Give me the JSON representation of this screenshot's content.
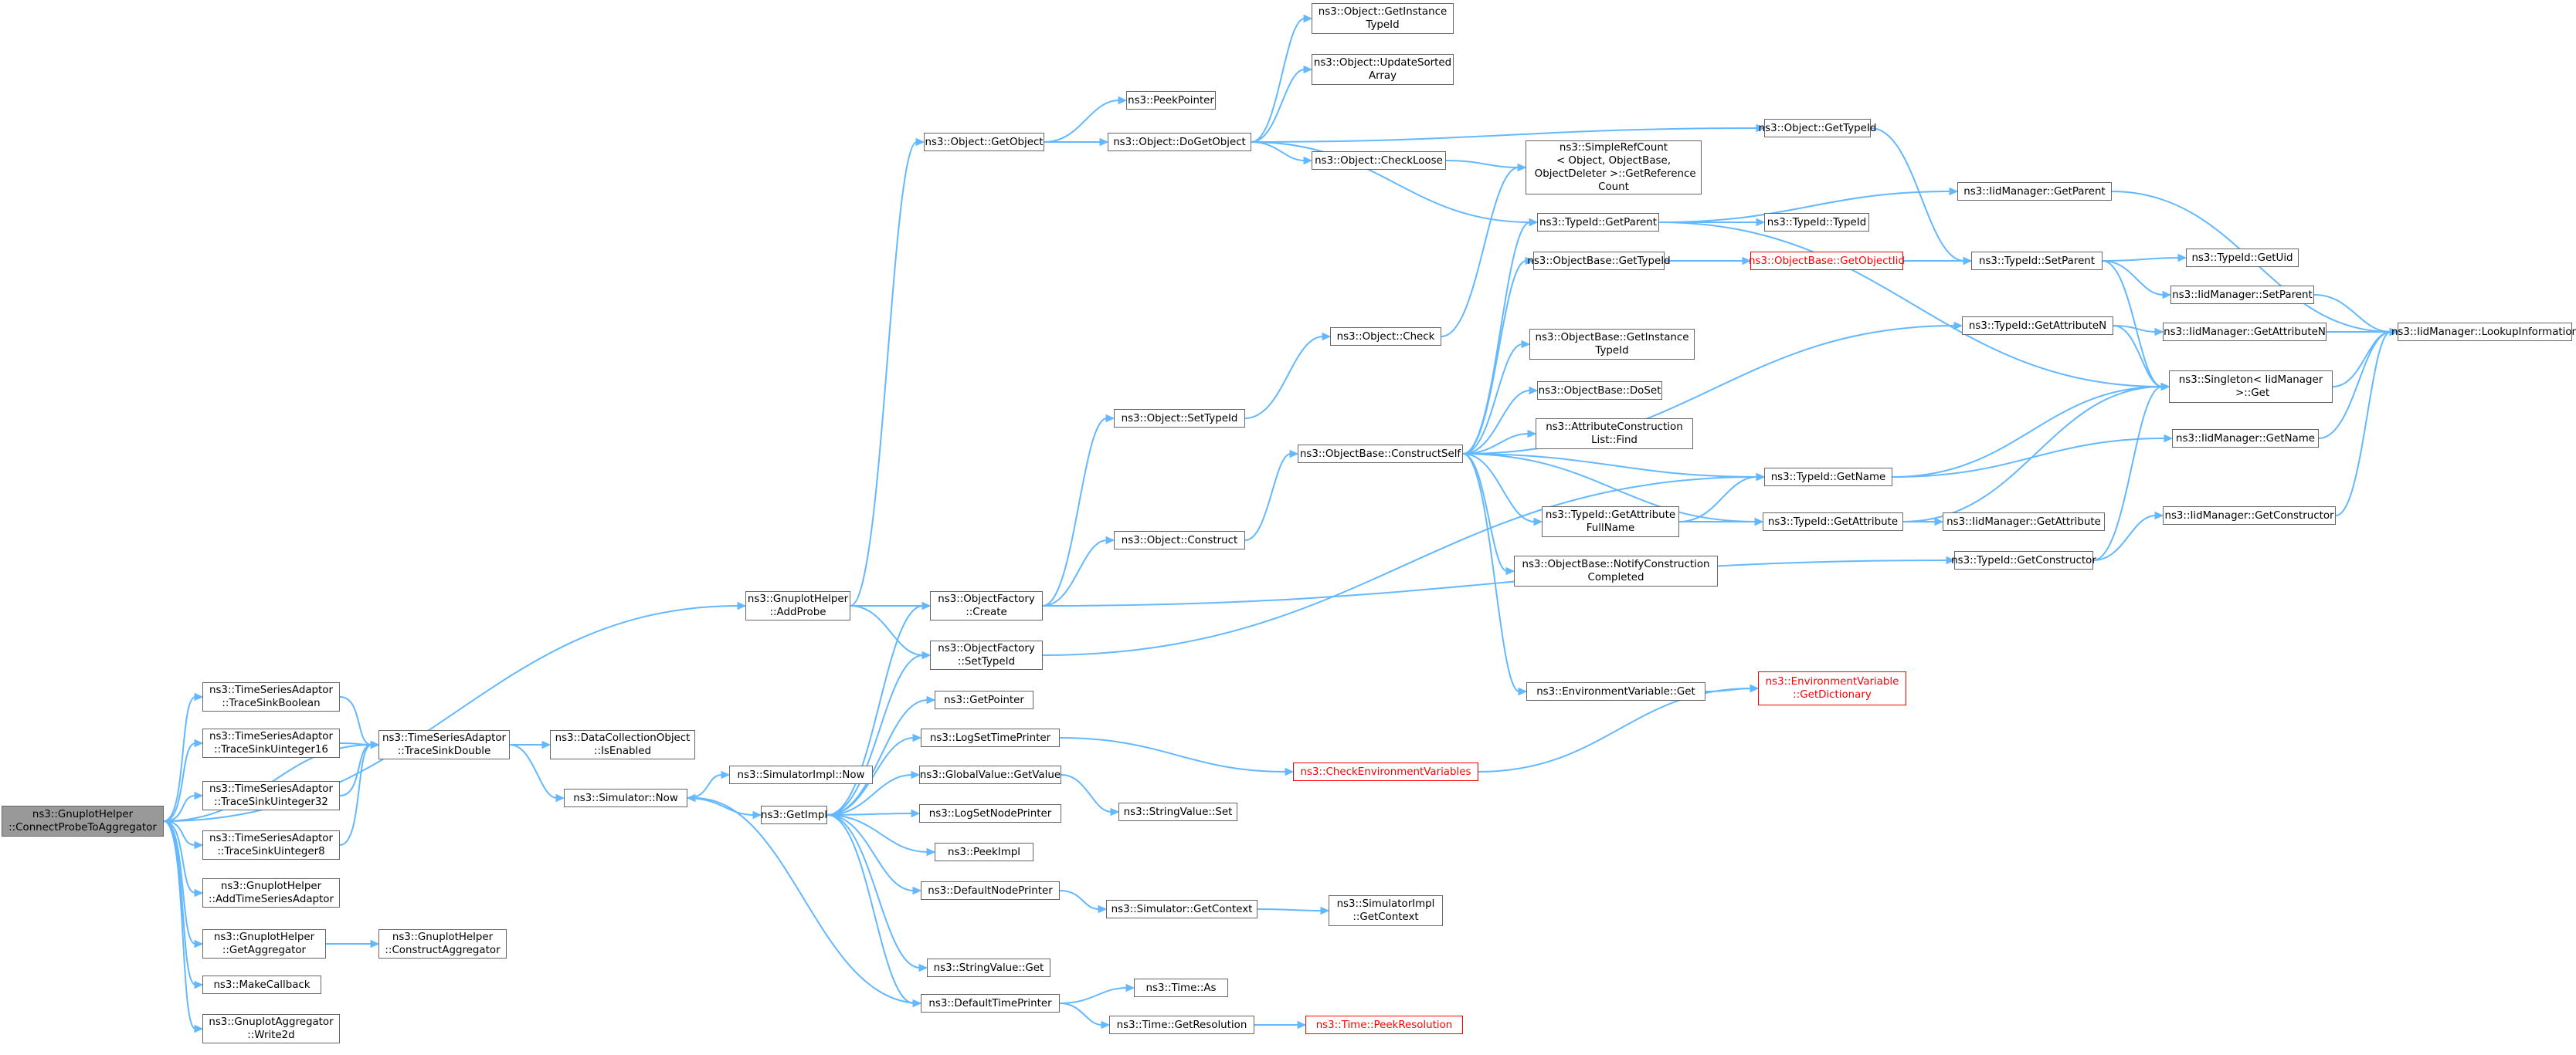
{
  "graph": {
    "colors": {
      "edge": "#63B8FF",
      "node_border": "#666666",
      "node_fill": "#ffffff",
      "root_fill": "#999999",
      "warning": "#ff0000"
    },
    "nodes": [
      {
        "id": "root",
        "label": "ns3::GnuplotHelper\n::ConnectProbeToAggregator",
        "style": "root"
      },
      {
        "id": "tsaBool",
        "label": "ns3::TimeSeriesAdaptor\n::TraceSinkBoolean"
      },
      {
        "id": "tsaU16",
        "label": "ns3::TimeSeriesAdaptor\n::TraceSinkUinteger16"
      },
      {
        "id": "tsaU32",
        "label": "ns3::TimeSeriesAdaptor\n::TraceSinkUinteger32"
      },
      {
        "id": "tsaU8",
        "label": "ns3::TimeSeriesAdaptor\n::TraceSinkUinteger8"
      },
      {
        "id": "addTSA",
        "label": "ns3::GnuplotHelper\n::AddTimeSeriesAdaptor"
      },
      {
        "id": "getAgg",
        "label": "ns3::GnuplotHelper\n::GetAggregator"
      },
      {
        "id": "makeCb",
        "label": "ns3::MakeCallback"
      },
      {
        "id": "write2d",
        "label": "ns3::GnuplotAggregator\n::Write2d"
      },
      {
        "id": "tsaDouble",
        "label": "ns3::TimeSeriesAdaptor\n::TraceSinkDouble"
      },
      {
        "id": "constructAgg",
        "label": "ns3::GnuplotHelper\n::ConstructAggregator"
      },
      {
        "id": "dcoEnabled",
        "label": "ns3::DataCollectionObject\n::IsEnabled"
      },
      {
        "id": "simNow",
        "label": "ns3::Simulator::Now"
      },
      {
        "id": "simImplNow",
        "label": "ns3::SimulatorImpl::Now"
      },
      {
        "id": "addProbe",
        "label": "ns3::GnuplotHelper\n::AddProbe"
      },
      {
        "id": "getImpl",
        "label": "ns3::GetImpl"
      },
      {
        "id": "objGetObject",
        "label": "ns3::Object::GetObject"
      },
      {
        "id": "peekPointer",
        "label": "ns3::PeekPointer"
      },
      {
        "id": "doGetObject",
        "label": "ns3::Object::DoGetObject"
      },
      {
        "id": "getInstTid",
        "label": "ns3::Object::GetInstance\nTypeId"
      },
      {
        "id": "updSorted",
        "label": "ns3::Object::UpdateSorted\nArray"
      },
      {
        "id": "checkLoose",
        "label": "ns3::Object::CheckLoose"
      },
      {
        "id": "simpleRef",
        "label": "ns3::SimpleRefCount\n< Object, ObjectBase,\n ObjectDeleter >::GetReference\nCount"
      },
      {
        "id": "objGetTypeId",
        "label": "ns3::Object::GetTypeId"
      },
      {
        "id": "tidGetParent",
        "label": "ns3::TypeId::GetParent"
      },
      {
        "id": "tidTypeId",
        "label": "ns3::TypeId::TypeId"
      },
      {
        "id": "iidGetParent",
        "label": "ns3::IidManager::GetParent"
      },
      {
        "id": "obGetTypeId",
        "label": "ns3::ObjectBase::GetTypeId"
      },
      {
        "id": "obGetObjIid",
        "label": "ns3::ObjectBase::GetObjectIid",
        "style": "red"
      },
      {
        "id": "tidSetParent",
        "label": "ns3::TypeId::SetParent"
      },
      {
        "id": "tidGetUid",
        "label": "ns3::TypeId::GetUid"
      },
      {
        "id": "iidSetParent",
        "label": "ns3::IidManager::SetParent"
      },
      {
        "id": "objCheck",
        "label": "ns3::Object::Check"
      },
      {
        "id": "tidGetAttrN",
        "label": "ns3::TypeId::GetAttributeN"
      },
      {
        "id": "iidGetAttrN",
        "label": "ns3::IidManager::GetAttributeN"
      },
      {
        "id": "iidLookup",
        "label": "ns3::IidManager::LookupInformation"
      },
      {
        "id": "obGetInstTid",
        "label": "ns3::ObjectBase::GetInstance\nTypeId"
      },
      {
        "id": "singleton",
        "label": "ns3::Singleton< IidManager\n >::Get"
      },
      {
        "id": "obDoSet",
        "label": "ns3::ObjectBase::DoSet"
      },
      {
        "id": "objSetTypeId",
        "label": "ns3::Object::SetTypeId"
      },
      {
        "id": "attrFind",
        "label": "ns3::AttributeConstruction\nList::Find"
      },
      {
        "id": "iidGetName",
        "label": "ns3::IidManager::GetName"
      },
      {
        "id": "obConstructSelf",
        "label": "ns3::ObjectBase::ConstructSelf"
      },
      {
        "id": "tidGetName",
        "label": "ns3::TypeId::GetName"
      },
      {
        "id": "tidGetAttrFull",
        "label": "ns3::TypeId::GetAttribute\nFullName"
      },
      {
        "id": "tidGetAttr",
        "label": "ns3::TypeId::GetAttribute"
      },
      {
        "id": "iidGetAttr",
        "label": "ns3::IidManager::GetAttribute"
      },
      {
        "id": "iidGetCtor",
        "label": "ns3::IidManager::GetConstructor"
      },
      {
        "id": "objConstruct",
        "label": "ns3::Object::Construct"
      },
      {
        "id": "tidGetCtor",
        "label": "ns3::TypeId::GetConstructor"
      },
      {
        "id": "obNotify",
        "label": "ns3::ObjectBase::NotifyConstruction\nCompleted"
      },
      {
        "id": "ofCreate",
        "label": "ns3::ObjectFactory\n::Create"
      },
      {
        "id": "ofSetTid",
        "label": "ns3::ObjectFactory\n::SetTypeId"
      },
      {
        "id": "envGet",
        "label": "ns3::EnvironmentVariable::Get"
      },
      {
        "id": "envGetDict",
        "label": "ns3::EnvironmentVariable\n::GetDictionary",
        "style": "red"
      },
      {
        "id": "getPointer",
        "label": "ns3::GetPointer"
      },
      {
        "id": "logSetTime",
        "label": "ns3::LogSetTimePrinter"
      },
      {
        "id": "checkEnv",
        "label": "ns3::CheckEnvironmentVariables",
        "style": "red"
      },
      {
        "id": "gvGetValue",
        "label": "ns3::GlobalValue::GetValue"
      },
      {
        "id": "svSet",
        "label": "ns3::StringValue::Set"
      },
      {
        "id": "logSetNode",
        "label": "ns3::LogSetNodePrinter"
      },
      {
        "id": "peekImpl",
        "label": "ns3::PeekImpl"
      },
      {
        "id": "defNodePrinter",
        "label": "ns3::DefaultNodePrinter"
      },
      {
        "id": "simGetContext",
        "label": "ns3::Simulator::GetContext"
      },
      {
        "id": "simImplGetContext",
        "label": "ns3::SimulatorImpl\n::GetContext"
      },
      {
        "id": "svGet",
        "label": "ns3::StringValue::Get"
      },
      {
        "id": "timeAs",
        "label": "ns3::Time::As"
      },
      {
        "id": "defTimePrinter",
        "label": "ns3::DefaultTimePrinter"
      },
      {
        "id": "timeGetRes",
        "label": "ns3::Time::GetResolution"
      },
      {
        "id": "timePeekRes",
        "label": "ns3::Time::PeekResolution",
        "style": "red"
      }
    ],
    "edges": [
      [
        "root",
        "addProbe"
      ],
      [
        "root",
        "tsaBool"
      ],
      [
        "root",
        "tsaDouble"
      ],
      [
        "root",
        "tsaU16"
      ],
      [
        "root",
        "tsaU32"
      ],
      [
        "root",
        "tsaU8"
      ],
      [
        "root",
        "addTSA"
      ],
      [
        "root",
        "getAgg"
      ],
      [
        "root",
        "makeCb"
      ],
      [
        "root",
        "write2d"
      ],
      [
        "tsaBool",
        "tsaDouble"
      ],
      [
        "tsaU16",
        "tsaDouble"
      ],
      [
        "tsaU32",
        "tsaDouble"
      ],
      [
        "tsaU8",
        "tsaDouble"
      ],
      [
        "tsaDouble",
        "dcoEnabled"
      ],
      [
        "tsaDouble",
        "simNow"
      ],
      [
        "getAgg",
        "constructAgg"
      ],
      [
        "simNow",
        "simImplNow"
      ],
      [
        "simNow",
        "getImpl"
      ],
      [
        "addProbe",
        "objGetObject"
      ],
      [
        "addProbe",
        "ofCreate"
      ],
      [
        "addProbe",
        "ofSetTid"
      ],
      [
        "getImpl",
        "ofCreate"
      ],
      [
        "getImpl",
        "ofSetTid"
      ],
      [
        "getImpl",
        "getPointer"
      ],
      [
        "getImpl",
        "logSetTime"
      ],
      [
        "getImpl",
        "gvGetValue"
      ],
      [
        "getImpl",
        "logSetNode"
      ],
      [
        "getImpl",
        "peekImpl"
      ],
      [
        "getImpl",
        "defNodePrinter"
      ],
      [
        "getImpl",
        "svGet"
      ],
      [
        "getImpl",
        "defTimePrinter"
      ],
      [
        "defTimePrinter",
        "simNow"
      ],
      [
        "defTimePrinter",
        "timeAs"
      ],
      [
        "defTimePrinter",
        "timeGetRes"
      ],
      [
        "timeGetRes",
        "timePeekRes"
      ],
      [
        "defNodePrinter",
        "simGetContext"
      ],
      [
        "simGetContext",
        "simImplGetContext"
      ],
      [
        "gvGetValue",
        "svSet"
      ],
      [
        "logSetTime",
        "checkEnv"
      ],
      [
        "checkEnv",
        "envGetDict"
      ],
      [
        "objGetObject",
        "peekPointer"
      ],
      [
        "objGetObject",
        "doGetObject"
      ],
      [
        "doGetObject",
        "getInstTid"
      ],
      [
        "doGetObject",
        "updSorted"
      ],
      [
        "doGetObject",
        "objGetTypeId"
      ],
      [
        "doGetObject",
        "checkLoose"
      ],
      [
        "doGetObject",
        "tidGetParent"
      ],
      [
        "checkLoose",
        "simpleRef"
      ],
      [
        "objCheck",
        "simpleRef"
      ],
      [
        "objGetTypeId",
        "tidSetParent"
      ],
      [
        "tidGetParent",
        "tidTypeId"
      ],
      [
        "tidGetParent",
        "iidGetParent"
      ],
      [
        "tidGetParent",
        "singleton"
      ],
      [
        "iidGetParent",
        "iidLookup"
      ],
      [
        "obGetTypeId",
        "obGetObjIid"
      ],
      [
        "obGetObjIid",
        "tidSetParent"
      ],
      [
        "tidSetParent",
        "tidGetUid"
      ],
      [
        "tidSetParent",
        "iidSetParent"
      ],
      [
        "tidSetParent",
        "singleton"
      ],
      [
        "iidSetParent",
        "iidLookup"
      ],
      [
        "tidGetAttrN",
        "iidGetAttrN"
      ],
      [
        "tidGetAttrN",
        "singleton"
      ],
      [
        "iidGetAttrN",
        "iidLookup"
      ],
      [
        "singleton",
        "iidLookup"
      ],
      [
        "iidGetName",
        "iidLookup"
      ],
      [
        "iidGetCtor",
        "iidLookup"
      ],
      [
        "ofCreate",
        "objSetTypeId"
      ],
      [
        "ofCreate",
        "objConstruct"
      ],
      [
        "ofCreate",
        "tidGetCtor"
      ],
      [
        "objSetTypeId",
        "objCheck"
      ],
      [
        "objConstruct",
        "obConstructSelf"
      ],
      [
        "obConstructSelf",
        "tidGetParent"
      ],
      [
        "obConstructSelf",
        "obGetTypeId"
      ],
      [
        "obConstructSelf",
        "tidGetAttrN"
      ],
      [
        "obConstructSelf",
        "obGetInstTid"
      ],
      [
        "obConstructSelf",
        "obDoSet"
      ],
      [
        "obConstructSelf",
        "attrFind"
      ],
      [
        "obConstructSelf",
        "tidGetName"
      ],
      [
        "obConstructSelf",
        "tidGetAttrFull"
      ],
      [
        "obConstructSelf",
        "obNotify"
      ],
      [
        "obConstructSelf",
        "envGet"
      ],
      [
        "obConstructSelf",
        "tidGetAttr"
      ],
      [
        "tidGetAttrFull",
        "tidGetName"
      ],
      [
        "tidGetAttrFull",
        "tidGetAttr"
      ],
      [
        "tidGetName",
        "iidGetName"
      ],
      [
        "tidGetName",
        "singleton"
      ],
      [
        "tidGetAttr",
        "iidGetAttr"
      ],
      [
        "tidGetAttr",
        "singleton"
      ],
      [
        "tidGetCtor",
        "iidGetCtor"
      ],
      [
        "tidGetCtor",
        "singleton"
      ],
      [
        "ofSetTid",
        "tidGetName"
      ],
      [
        "envGet",
        "envGetDict"
      ]
    ]
  }
}
